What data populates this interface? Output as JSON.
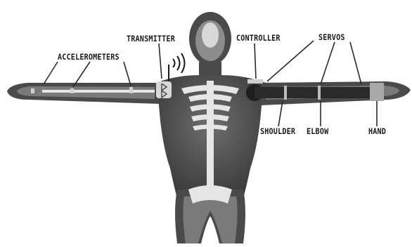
{
  "labels": {
    "accelerometers": "ACCELEROMETERS",
    "transmitter": "TRANSMITTER",
    "controller": "CONTROLLER",
    "servos": "SERVOS",
    "shoulder": "SHOULDER",
    "elbow": "ELBOW",
    "hand": "HAND"
  },
  "colors": {
    "background": "#ffffff",
    "label": "#1a1a1a",
    "body_dark": "#3a3a3a",
    "body_mid": "#8a8a8a",
    "bone": "#e8e8e8",
    "device": "#1e1e1e"
  },
  "icons": [
    "bluetooth-icon",
    "wireless-signal-icon"
  ]
}
